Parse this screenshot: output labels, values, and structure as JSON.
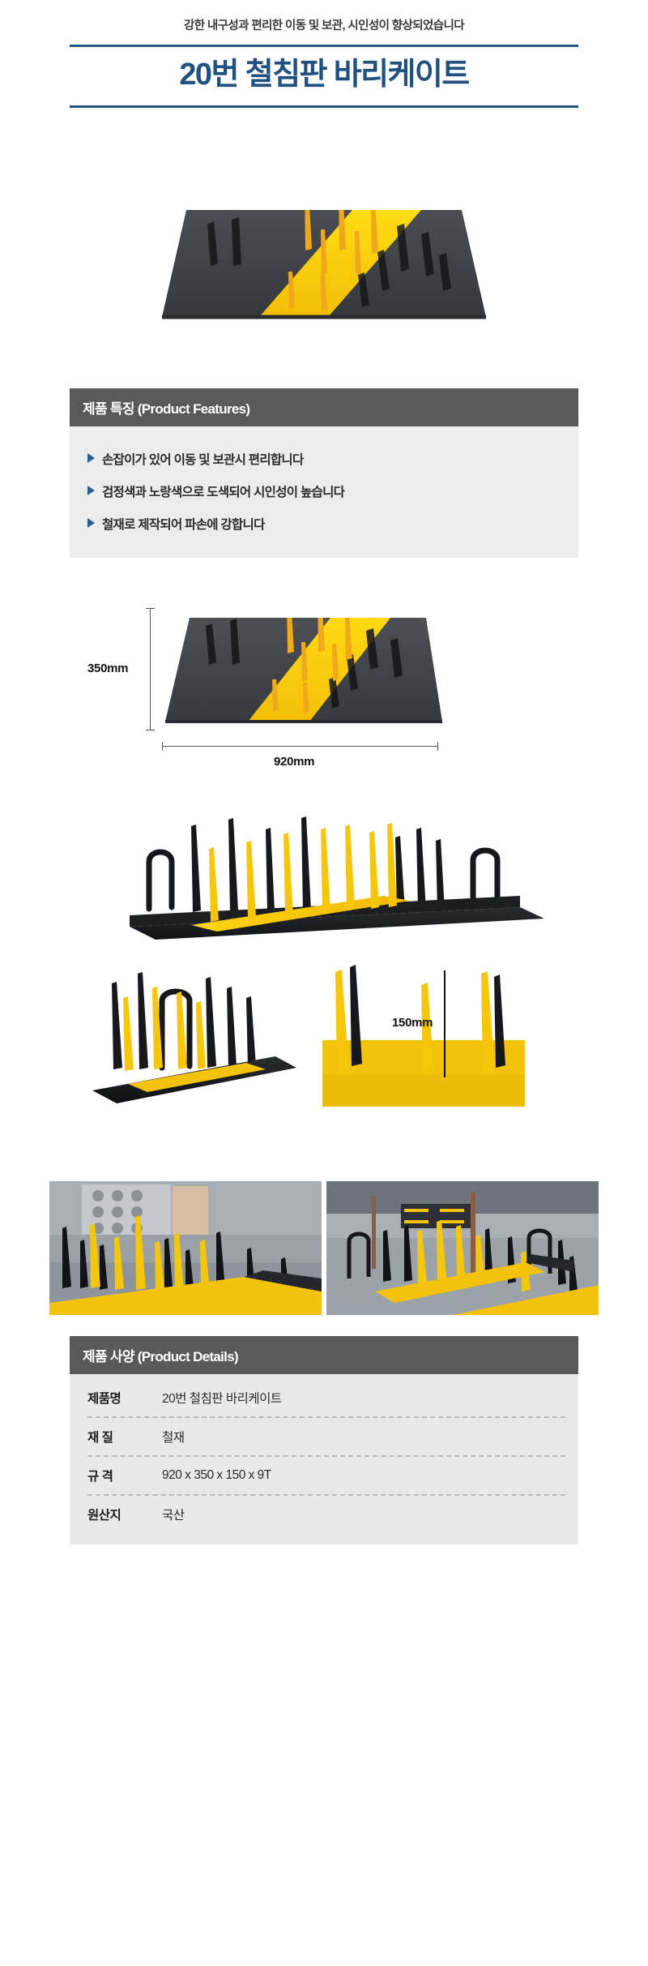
{
  "header": {
    "subtitle": "강한 내구성과 편리한 이동 및 보관, 시인성이 향상되었습니다",
    "title": "20번 철침판 바리케이트"
  },
  "features": {
    "heading": "제품 특징 (Product Features)",
    "items": [
      "손잡이가 있어 이동 및 보관시 편리합니다",
      "검정색과 노랑색으로 도색되어 시인성이 높습니다",
      "철재로 제작되어 파손에 강합니다"
    ]
  },
  "dimensions": {
    "height_label": "350mm",
    "width_label": "920mm",
    "spike_label": "150mm"
  },
  "details": {
    "heading": "제품 사양 (Product Details)",
    "rows": [
      {
        "key": "제품명",
        "value": "20번 철침판 바리케이트"
      },
      {
        "key": "재 질",
        "value": "철재"
      },
      {
        "key": "규 격",
        "value": "920 x 350 x 150 x 9T"
      },
      {
        "key": "원산지",
        "value": "국산"
      }
    ]
  },
  "colors": {
    "accent_blue": "#20517f",
    "rule_blue": "#1f5382",
    "bullet_blue": "#2b5f92",
    "bar_gray": "#595959",
    "body_gray": "#ececec",
    "product_yellow": "#F5CB0C",
    "product_black": "#3f4145"
  }
}
